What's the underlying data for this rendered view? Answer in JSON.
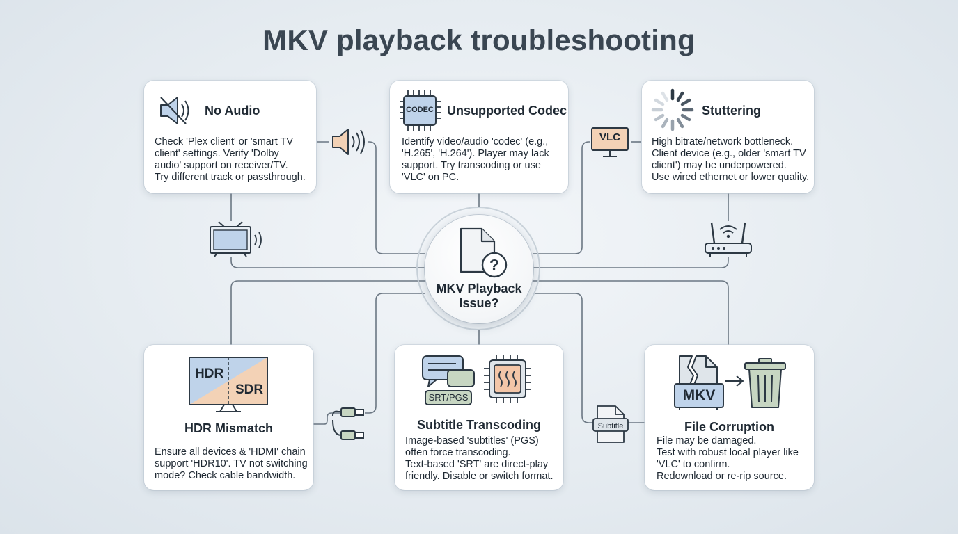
{
  "title": "MKV playback troubleshooting",
  "center": {
    "line1": "MKV Playback",
    "line2": "Issue?"
  },
  "cards": {
    "no_audio": {
      "title": "No Audio",
      "lines": [
        "Check 'Plex client' or 'smart TV",
        "client' settings. Verify 'Dolby",
        "audio' support on receiver/TV.",
        "Try different track or passthrough."
      ]
    },
    "codec": {
      "title": "Unsupported Codec",
      "icon_label": "CODEC",
      "lines": [
        "Identify video/audio 'codec' (e.g.,",
        "'H.265', 'H.264'). Player may lack",
        "support. Try transcoding or use",
        "'VLC' on PC."
      ]
    },
    "stutter": {
      "title": "Stuttering",
      "lines": [
        "High bitrate/network bottleneck.",
        "Client device (e.g., older 'smart TV",
        "client') may be underpowered.",
        "Use wired ethernet or lower quality."
      ]
    },
    "hdr": {
      "title": "HDR Mismatch",
      "hdr_label": "HDR",
      "sdr_label": "SDR",
      "lines": [
        "Ensure all devices & 'HDMI' chain",
        "support 'HDR10'. TV not switching",
        "mode? Check cable bandwidth."
      ]
    },
    "subtitle": {
      "title": "Subtitle Transcoding",
      "icon_label": "SRT/PGS",
      "lines": [
        "Image-based 'subtitles' (PGS)",
        "often force transcoding.",
        "Text-based 'SRT' are direct-play",
        "friendly. Disable or switch format."
      ]
    },
    "corruption": {
      "title": "File Corruption",
      "icon_label": "MKV",
      "lines": [
        "File may be damaged.",
        "Test with robust local player like",
        "'VLC' to confirm.",
        "Redownload or re-rip source."
      ]
    }
  },
  "connector_icons": {
    "vlc_label": "VLC",
    "subtitle_file_label": "Subtitle",
    "names": [
      "speaker-icon",
      "vlc-monitor-icon",
      "tv-icon",
      "router-icon",
      "hdmi-cable-icon",
      "subtitle-file-icon"
    ]
  },
  "colors": {
    "accent_blue": "#bfd3ea",
    "accent_peach": "#f3d2b6",
    "accent_green": "#c7d6c2",
    "line": "#6b7783",
    "text": "#1f2933"
  }
}
